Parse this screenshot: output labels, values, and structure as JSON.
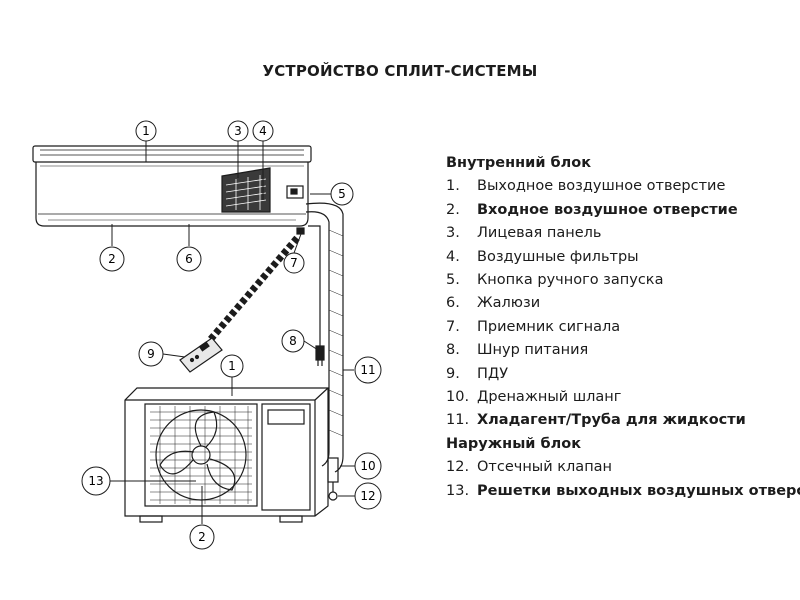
{
  "title": "УСТРОЙСТВО СПЛИТ-СИСТЕМЫ",
  "indoor_heading": "Внутренний блок",
  "outdoor_heading": "Наружный блок",
  "indoor_parts": [
    {
      "num": "1.",
      "text": "Выходное воздушное отверстие"
    },
    {
      "num": "2.",
      "text": "Входное воздушное отверстие"
    },
    {
      "num": "3.",
      "text": "Лицевая панель"
    },
    {
      "num": "4.",
      "text": "Воздушные фильтры"
    },
    {
      "num": "5.",
      "text": "Кнопка ручного запуска"
    },
    {
      "num": "6.",
      "text": "Жалюзи"
    },
    {
      "num": "7.",
      "text": "Приемник сигнала"
    },
    {
      "num": "8.",
      "text": "Шнур питания"
    },
    {
      "num": "9.",
      "text": "ПДУ"
    },
    {
      "num": "10.",
      "text": "Дренажный шланг"
    },
    {
      "num": "11.",
      "text": "Хладагент/Труба для жидкости"
    }
  ],
  "outdoor_parts": [
    {
      "num": "12.",
      "text": "Отсечный клапан"
    },
    {
      "num": "13.",
      "text": "Решетки выходных воздушных отверстий"
    }
  ],
  "callouts": {
    "c1": "1",
    "c2": "2",
    "c3": "3",
    "c4": "4",
    "c5": "5",
    "c6": "6",
    "c7": "7",
    "c8": "8",
    "c9": "9",
    "c11": "11",
    "c1b": "1",
    "c13": "13",
    "c2b": "2",
    "c10": "10",
    "c12": "12"
  }
}
